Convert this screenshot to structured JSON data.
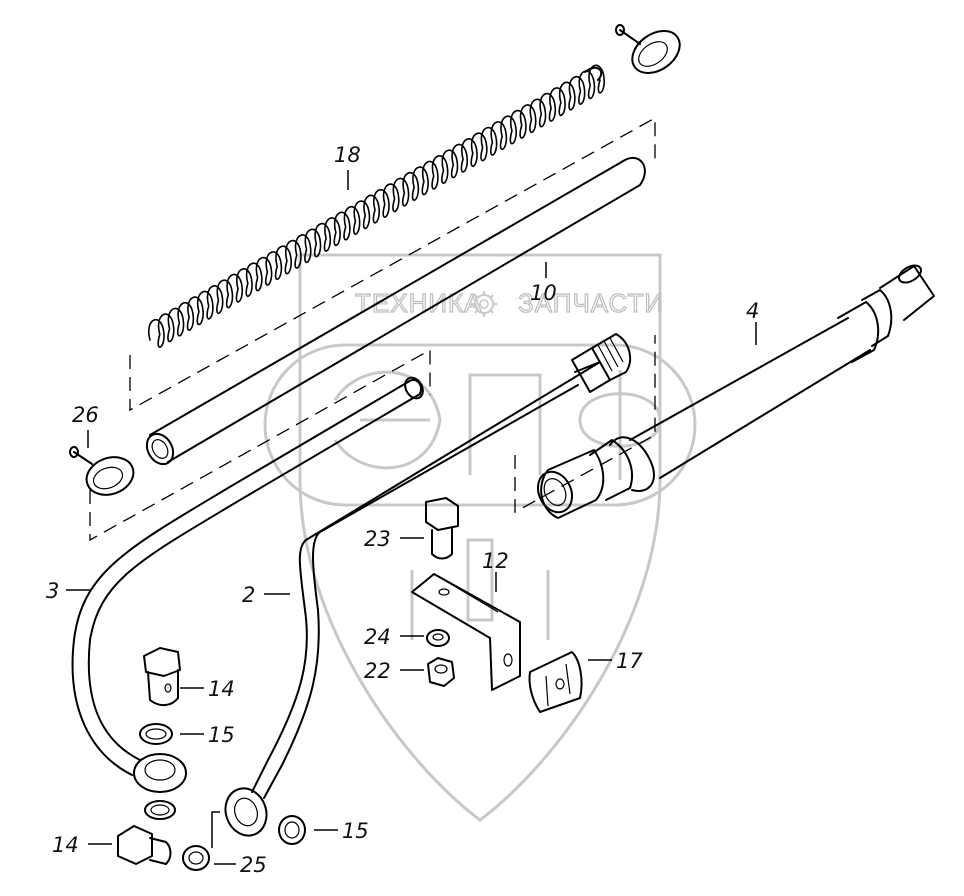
{
  "watermark": {
    "left_text": "ТЕХНИКА",
    "right_text": "ЗАПЧАСТИ",
    "gear_icon": "gear-icon",
    "logo": "ЭЛФ"
  },
  "callouts": {
    "c18": "18",
    "c10": "10",
    "c4": "4",
    "c26": "26",
    "c23": "23",
    "c12": "12",
    "c3": "3",
    "c2": "2",
    "c24": "24",
    "c22": "22",
    "c17": "17",
    "c14a": "14",
    "c15a": "15",
    "c14b": "14",
    "c15b": "15",
    "c25": "25"
  }
}
